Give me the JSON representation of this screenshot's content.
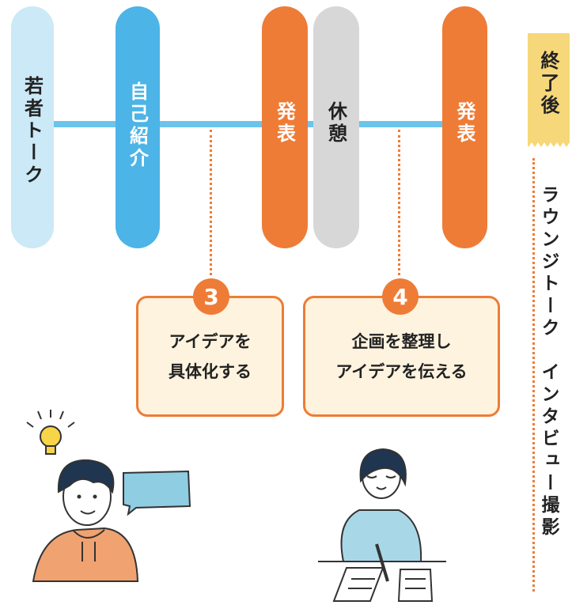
{
  "schedule": {
    "young_talk": "若者トーク",
    "self_intro": "自己紹介",
    "presentation_1": "発表",
    "break": "休憩",
    "presentation_2": "発表"
  },
  "steps": [
    {
      "number": "3",
      "line1": "アイデアを",
      "line2": "具体化する"
    },
    {
      "number": "4",
      "line1": "企画を整理し",
      "line2": "アイデアを伝える"
    }
  ],
  "after": {
    "header": "終了後",
    "activities": "ラウンジトーク　インタビュー撮影"
  },
  "colors": {
    "orange": "#ee7c36",
    "blue": "#4cb4e7",
    "light_blue": "#cbe9f7",
    "gray": "#d7d7d7",
    "card_fill": "#fef3df",
    "yellow": "#f6d77a"
  }
}
